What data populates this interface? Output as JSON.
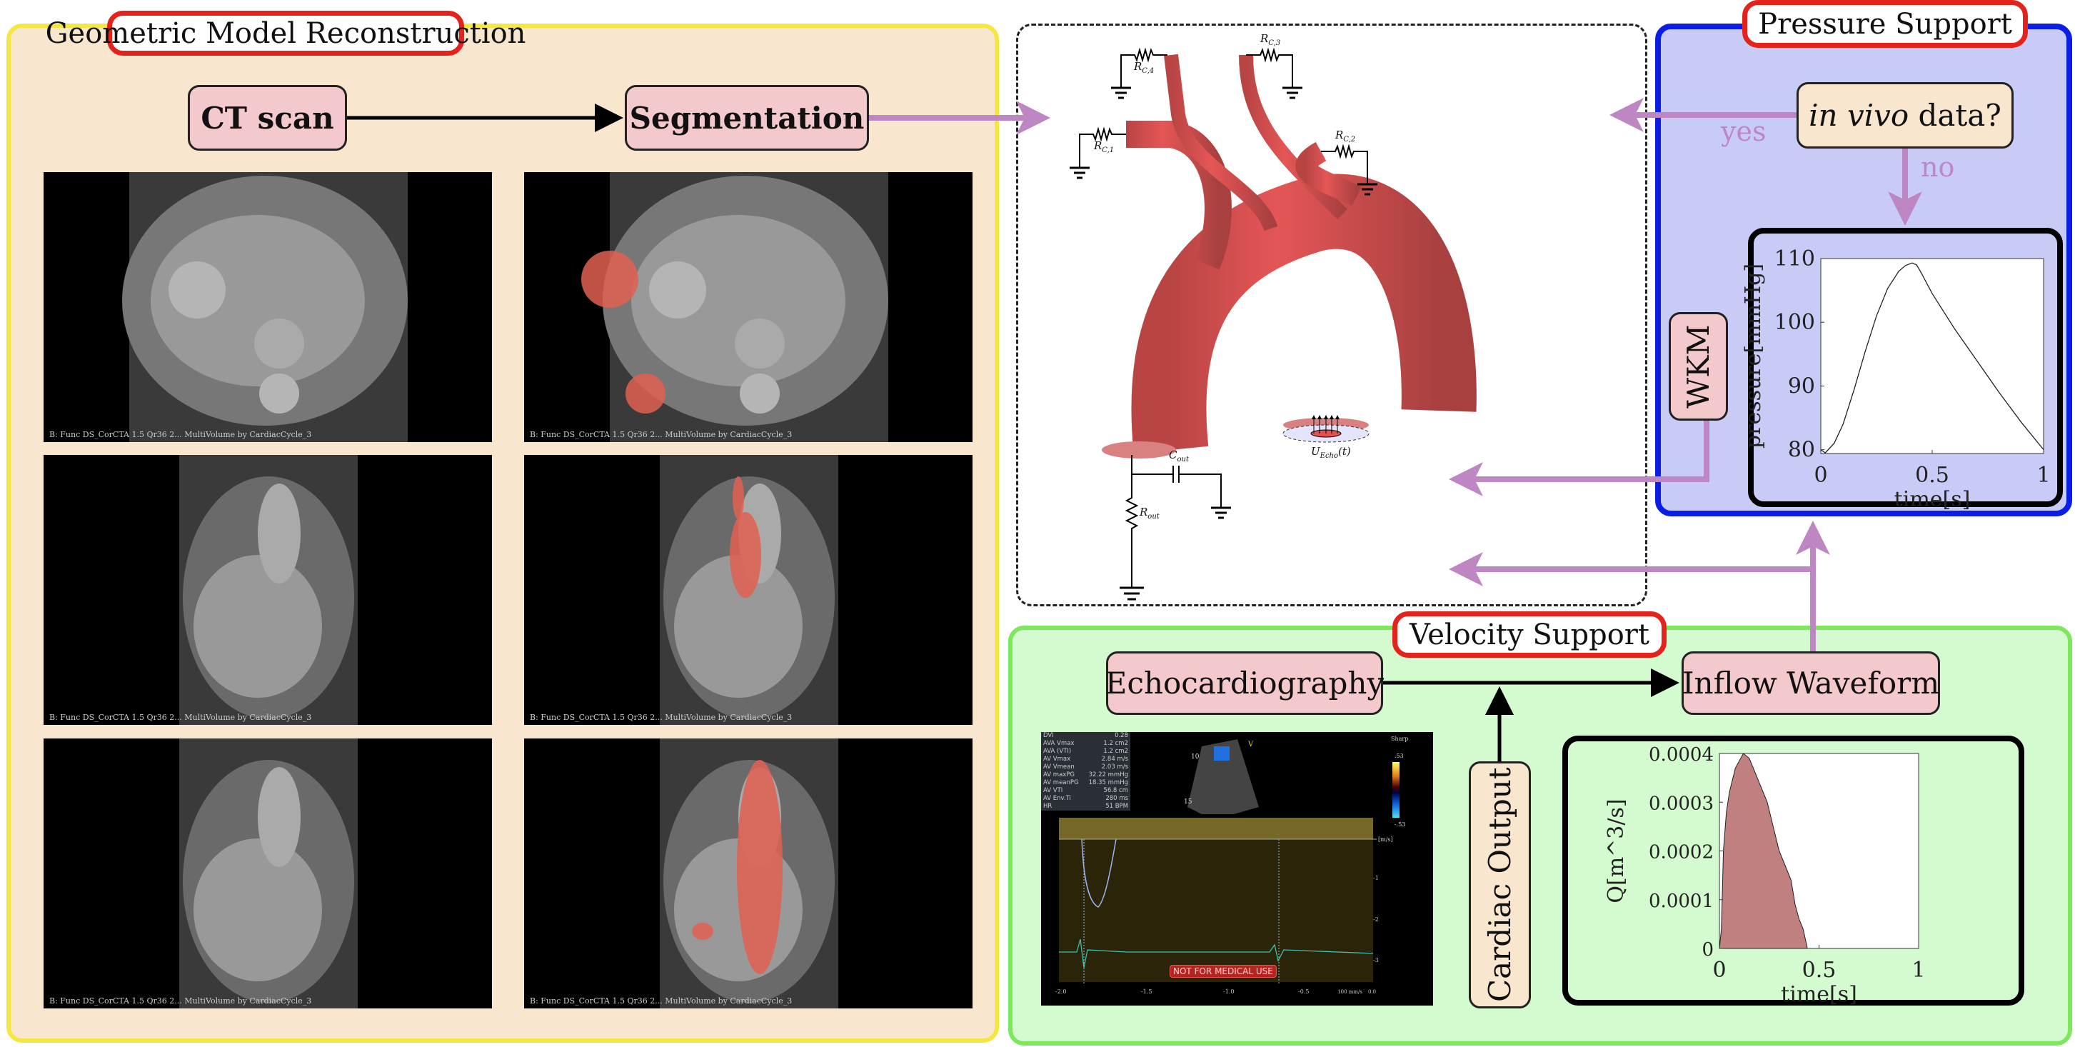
{
  "geometric": {
    "title": "Geometric Model Reconstruction",
    "ct_scan": "CT scan",
    "segmentation": "Segmentation",
    "ct_caption": "B: Func   DS_CorCTA  1.5  Qr36  2... MultiVolume by CardiacCycle_3"
  },
  "circuit": {
    "r_c4": {
      "base": "R",
      "sub": "C,4"
    },
    "r_c3": {
      "base": "R",
      "sub": "C,3"
    },
    "r_c1": {
      "base": "R",
      "sub": "C,1"
    },
    "r_c2": {
      "base": "R",
      "sub": "C,2"
    },
    "c_out": {
      "base": "C",
      "sub": "out"
    },
    "r_out": {
      "base": "R",
      "sub": "out"
    },
    "u_echo": {
      "base": "U",
      "sub": "Echo",
      "suffix": "(t)"
    }
  },
  "pressure": {
    "title": "Pressure Support",
    "question_italic": "in vivo",
    "question_rest": " data?",
    "yes": "yes",
    "no": "no",
    "wkm": "WKM"
  },
  "velocity": {
    "title": "Velocity Support",
    "echo": "Echocardiography",
    "inflow": "Inflow Waveform",
    "cardiac_output": "Cardiac Output"
  },
  "echo_image": {
    "measurements": [
      {
        "k": "DVI",
        "v": "0.28"
      },
      {
        "k": "AVA Vmax",
        "v": "1.2 cm2"
      },
      {
        "k": "AVA (VTI)",
        "v": "1.2 cm2"
      },
      {
        "k": "AV Vmax",
        "v": "2.84 m/s"
      },
      {
        "k": "AV Vmean",
        "v": "2.03 m/s"
      },
      {
        "k": "AV maxPG",
        "v": "32.22 mmHg"
      },
      {
        "k": "AV meanPG",
        "v": "18.35 mmHg"
      },
      {
        "k": "AV VTI",
        "v": "56.8 cm"
      },
      {
        "k": "AV Env.Ti",
        "v": "280 ms"
      },
      {
        "k": "HR",
        "v": "51 BPM"
      }
    ],
    "colorbar_label": "Sharp",
    "colorbar_top": ".53",
    "colorbar_bottom": "-.53",
    "depth_10": "10",
    "depth_15": "15",
    "mode_v": "V",
    "unit": "[m/s]",
    "y_ticks": [
      "-1",
      "-2",
      "-3"
    ],
    "x_ticks": [
      "-2.0",
      "-1.5",
      "-1.0",
      "-0.5"
    ],
    "sweep": "100 mm/s",
    "x_end": "0.0",
    "warning": "NOT FOR MEDICAL USE"
  },
  "colors": {
    "geometric_bg": "#f9e6cf",
    "geometric_border": "#f5e642",
    "pressure_bg": "#c9cbf7",
    "pressure_border": "#0a1ee6",
    "velocity_bg": "#d4fad0",
    "velocity_border": "#7de85c",
    "title_border": "#e3231c",
    "node_fill": "#f4c9cc",
    "arrow_purple": "#bf86c4",
    "vessel": "#d9504f",
    "flow_fill": "#c08080"
  },
  "chart_data": [
    {
      "type": "line",
      "title": "",
      "xlabel": "time[s]",
      "ylabel": "pressure[mmHg]",
      "xlim": [
        0,
        1
      ],
      "ylim": [
        79.4,
        110
      ],
      "xticks": [
        "0",
        "0.5",
        "1"
      ],
      "xtick_values": [
        0,
        0.5,
        1
      ],
      "yticks": [
        "80",
        "90",
        "100",
        "110"
      ],
      "ytick_values": [
        80,
        90,
        100,
        110
      ],
      "x": [
        0,
        0.02,
        0.06,
        0.1,
        0.15,
        0.2,
        0.25,
        0.3,
        0.35,
        0.38,
        0.41,
        0.43,
        0.45,
        0.5,
        0.6,
        0.7,
        0.8,
        0.9,
        1.0
      ],
      "y": [
        80,
        79.5,
        81,
        84,
        89.5,
        95.5,
        101,
        105.3,
        108,
        108.9,
        109.3,
        109,
        107.8,
        104.5,
        99,
        94,
        89,
        84.3,
        80
      ]
    },
    {
      "type": "area",
      "title": "",
      "xlabel": "time[s]",
      "ylabel": "Q[m^3/s]",
      "xlim": [
        0,
        1
      ],
      "ylim": [
        0,
        0.0004
      ],
      "xticks": [
        "0",
        "0.5",
        "1"
      ],
      "xtick_values": [
        0,
        0.5,
        1
      ],
      "yticks": [
        "0",
        "0.0001",
        "0.0002",
        "0.0003",
        "0.0004"
      ],
      "ytick_values": [
        0,
        0.0001,
        0.0002,
        0.0003,
        0.0004
      ],
      "x": [
        0,
        0.01,
        0.02,
        0.035,
        0.05,
        0.08,
        0.12,
        0.15,
        0.19,
        0.24,
        0.27,
        0.3,
        0.33,
        0.36,
        0.38,
        0.4,
        0.42,
        0.44,
        0.44
      ],
      "y": [
        0,
        4e-05,
        0.0002,
        0.00028,
        0.00032,
        0.00037,
        0.0004,
        0.00039,
        0.00035,
        0.0003,
        0.00025,
        0.0002,
        0.00017,
        0.00014,
        9e-05,
        6e-05,
        4e-05,
        3e-06,
        0
      ]
    }
  ]
}
